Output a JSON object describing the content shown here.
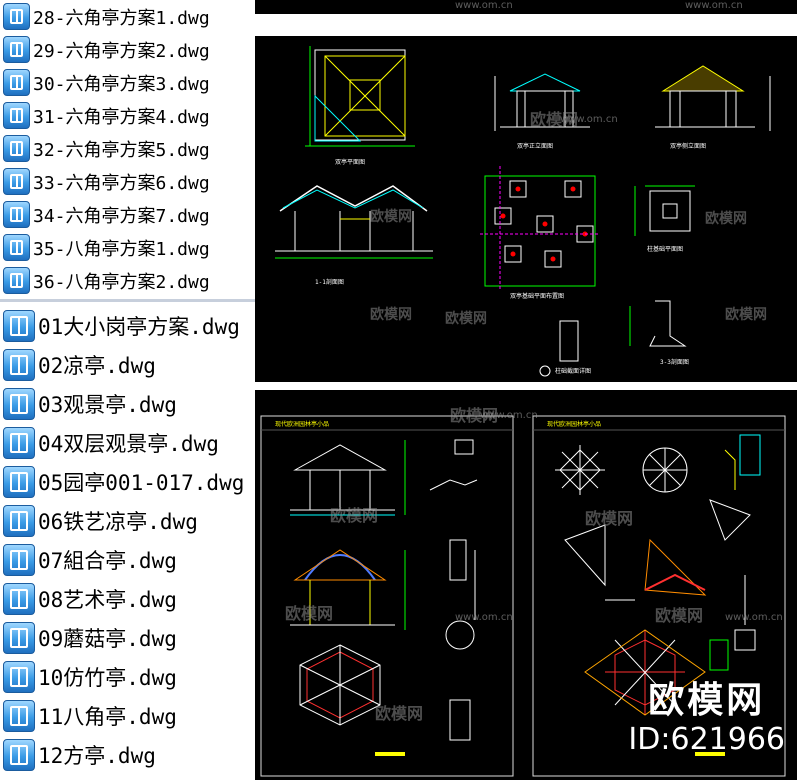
{
  "file_list": {
    "group_a": [
      "28-六角亭方案1.dwg",
      "29-六角亭方案2.dwg",
      "30-六角亭方案3.dwg",
      "31-六角亭方案4.dwg",
      "32-六角亭方案5.dwg",
      "33-六角亭方案6.dwg",
      "34-六角亭方案7.dwg",
      "35-八角亭方案1.dwg",
      "36-八角亭方案2.dwg"
    ],
    "group_b": [
      "01大小岗亭方案.dwg",
      "02凉亭.dwg",
      "03观景亭.dwg",
      "04双层观景亭.dwg",
      "05园亭001-017.dwg",
      "06铁艺凉亭.dwg",
      "07組合亭.dwg",
      "08艺术亭.dwg",
      "09蘑菇亭.dwg",
      "10仿竹亭.dwg",
      "11八角亭.dwg",
      "12方亭.dwg"
    ],
    "icon": "dwg-file-icon"
  },
  "watermark": {
    "text": "欧模网",
    "url": "www.om.cn"
  },
  "brand": {
    "name": "欧模网",
    "id": "ID:621966"
  },
  "colors": {
    "cad_background": "#000000",
    "line_white": "#ffffff",
    "line_cyan": "#00ffff",
    "line_yellow": "#ffff00",
    "line_green": "#00ff00",
    "line_red": "#ff0000",
    "line_magenta": "#ff00ff"
  }
}
